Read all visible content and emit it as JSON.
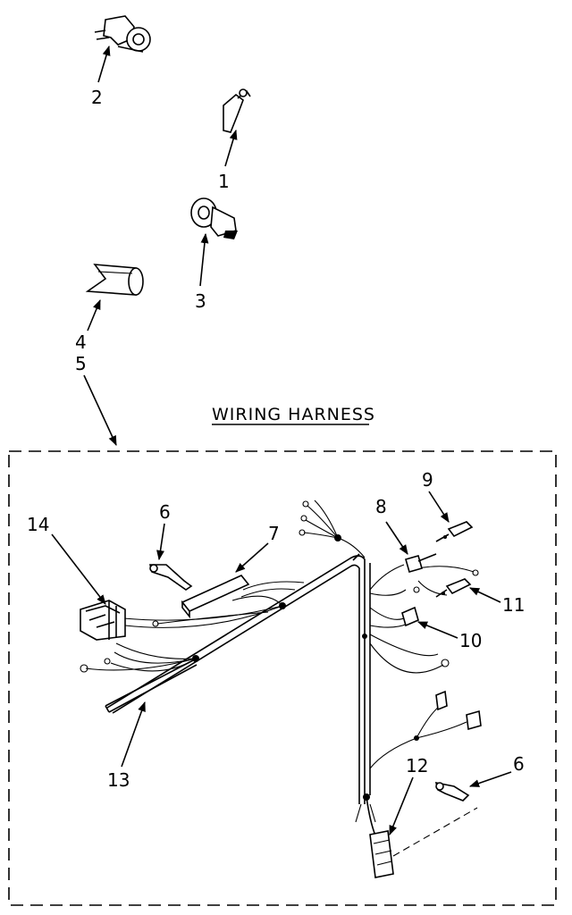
{
  "title": "WIRING HARNESS",
  "callouts": [
    {
      "id": "c1",
      "text": "1"
    },
    {
      "id": "c2",
      "text": "2"
    },
    {
      "id": "c3",
      "text": "3"
    },
    {
      "id": "c4",
      "text": "4"
    },
    {
      "id": "c5",
      "text": "5"
    },
    {
      "id": "c6a",
      "text": "6"
    },
    {
      "id": "c6b",
      "text": "6"
    },
    {
      "id": "c7",
      "text": "7"
    },
    {
      "id": "c8",
      "text": "8"
    },
    {
      "id": "c9",
      "text": "9"
    },
    {
      "id": "c10",
      "text": "10"
    },
    {
      "id": "c11",
      "text": "11"
    },
    {
      "id": "c12",
      "text": "12"
    },
    {
      "id": "c13",
      "text": "13"
    },
    {
      "id": "c14",
      "text": "14"
    }
  ]
}
